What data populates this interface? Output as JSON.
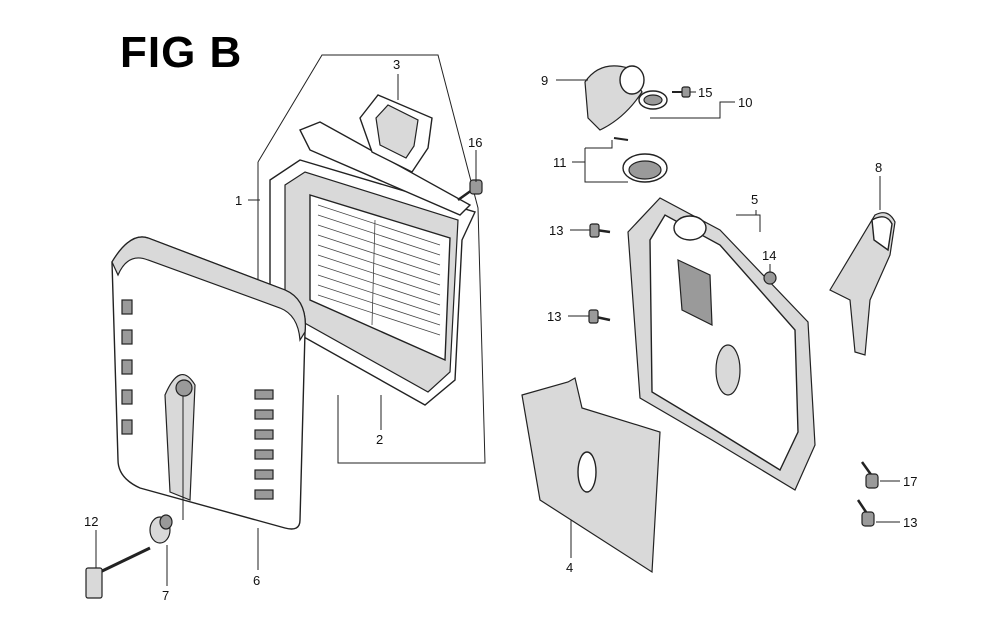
{
  "figure": {
    "title": "FIG B"
  },
  "callouts": [
    {
      "id": "callout-1",
      "label": "1"
    },
    {
      "id": "callout-2",
      "label": "2"
    },
    {
      "id": "callout-3",
      "label": "3"
    },
    {
      "id": "callout-4",
      "label": "4"
    },
    {
      "id": "callout-5",
      "label": "5"
    },
    {
      "id": "callout-6",
      "label": "6"
    },
    {
      "id": "callout-7",
      "label": "7"
    },
    {
      "id": "callout-8",
      "label": "8"
    },
    {
      "id": "callout-9",
      "label": "9"
    },
    {
      "id": "callout-10",
      "label": "10"
    },
    {
      "id": "callout-11",
      "label": "11"
    },
    {
      "id": "callout-12",
      "label": "12"
    },
    {
      "id": "callout-13a",
      "label": "13"
    },
    {
      "id": "callout-13b",
      "label": "13"
    },
    {
      "id": "callout-13c",
      "label": "13"
    },
    {
      "id": "callout-14",
      "label": "14"
    },
    {
      "id": "callout-15",
      "label": "15"
    },
    {
      "id": "callout-16",
      "label": "16"
    },
    {
      "id": "callout-17",
      "label": "17"
    }
  ]
}
